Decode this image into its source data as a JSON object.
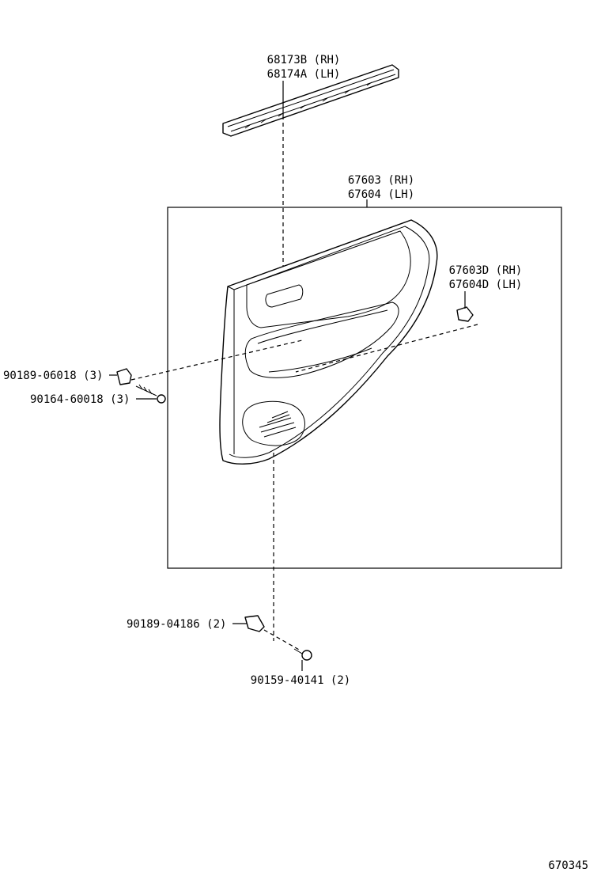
{
  "diagram": {
    "frame_ref": "670345",
    "parts": [
      {
        "id": "molding",
        "lines": [
          "68173B (RH)",
          "68174A (LH)"
        ]
      },
      {
        "id": "board",
        "lines": [
          "67603 (RH)",
          "67604 (LH)"
        ]
      },
      {
        "id": "board_sub",
        "lines": [
          "67603D (RH)",
          "67604D (LH)"
        ]
      },
      {
        "id": "clip_left",
        "lines": [
          "90189-06018 (3)"
        ]
      },
      {
        "id": "screw_left",
        "lines": [
          "90164-60018 (3)"
        ]
      },
      {
        "id": "clip_bottom",
        "lines": [
          "90189-04186 (2)"
        ]
      },
      {
        "id": "screw_bottom",
        "lines": [
          "90159-40141 (2)"
        ]
      }
    ]
  }
}
